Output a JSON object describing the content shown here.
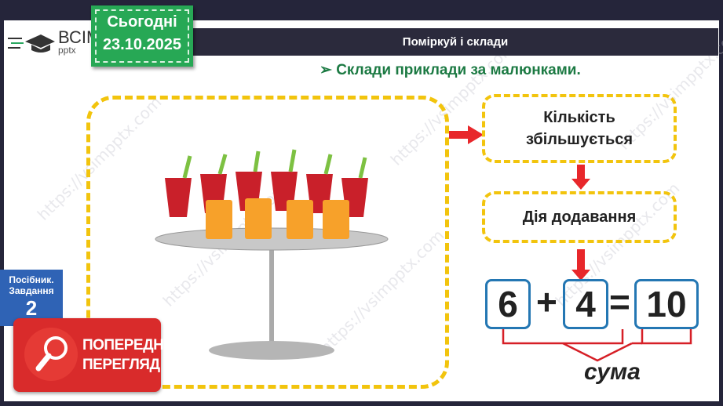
{
  "watermark": "https://vsimpptx.com",
  "logo": {
    "line1": "ВСІМ",
    "line2": "pptx"
  },
  "date_badge": {
    "label": "Сьогодні",
    "date": "23.10.2025"
  },
  "header": {
    "title": "Поміркуй і склади"
  },
  "instruction": "Склади приклади за малюнками.",
  "flow": {
    "box1": "Кількість збільшується",
    "box2": "Дія додавання"
  },
  "equation": {
    "a": "6",
    "op": "+",
    "b": "4",
    "eq": "=",
    "result": "10",
    "label": "сума"
  },
  "sidebar": {
    "title": "Посібник. Завдання",
    "number": "2"
  },
  "preview": {
    "line1": "ПОПЕРЕДНІЙ",
    "line2": "ПЕРЕГЛЯД"
  },
  "colors": {
    "accent_green": "#27a855",
    "dash_yellow": "#f2c40d",
    "arrow_red": "#e8272b",
    "box_blue": "#2477b3",
    "preview_red": "#d92b2b",
    "header_dark": "#2b2a3c"
  }
}
